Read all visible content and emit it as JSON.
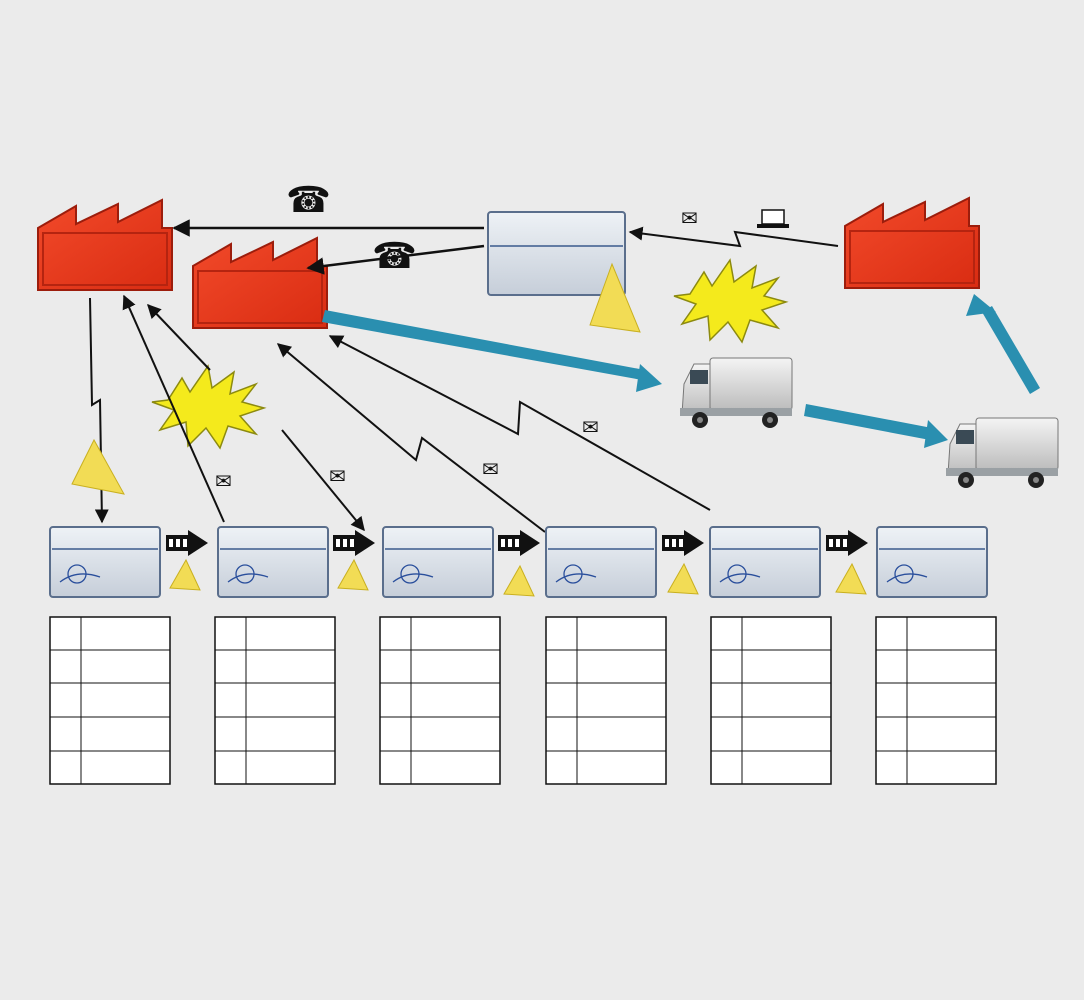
{
  "diagram": {
    "type": "value-stream-map",
    "colors": {
      "background": "#ebebeb",
      "factory": "#e8351b",
      "factory_edge": "#9c1d0c",
      "box_fill": "#dde3ea",
      "box_edge": "#5a6e8c",
      "push_arrow": "#111111",
      "transport_arrow": "#2a8fb0",
      "inventory_triangle": "#f2dc55",
      "kaizen_burst": "#f4ea1c",
      "info_line": "#111111"
    },
    "icons": {
      "phone": "☎",
      "mail": "✉",
      "computer": "💻"
    },
    "suppliers_and_customers": [
      {
        "name": "factory-supplier-left",
        "kind": "factory"
      },
      {
        "name": "factory-supplier-center",
        "kind": "factory"
      },
      {
        "name": "factory-customer-right",
        "kind": "factory"
      }
    ],
    "control": {
      "name": "production-control-box"
    },
    "process_boxes": [
      {
        "name": "process-box-1",
        "icon": "operator"
      },
      {
        "name": "process-box-2",
        "icon": "operator"
      },
      {
        "name": "process-box-3",
        "icon": "operator"
      },
      {
        "name": "process-box-4",
        "icon": "operator"
      },
      {
        "name": "process-box-5",
        "icon": "operator"
      },
      {
        "name": "process-box-6",
        "icon": "operator"
      }
    ],
    "data_boxes": [
      {
        "name": "data-box-1",
        "rows": 5
      },
      {
        "name": "data-box-2",
        "rows": 5
      },
      {
        "name": "data-box-3",
        "rows": 5
      },
      {
        "name": "data-box-4",
        "rows": 5
      },
      {
        "name": "data-box-5",
        "rows": 5
      },
      {
        "name": "data-box-6",
        "rows": 5
      }
    ],
    "trucks": [
      {
        "name": "truck-inbound"
      },
      {
        "name": "truck-outbound"
      }
    ]
  }
}
